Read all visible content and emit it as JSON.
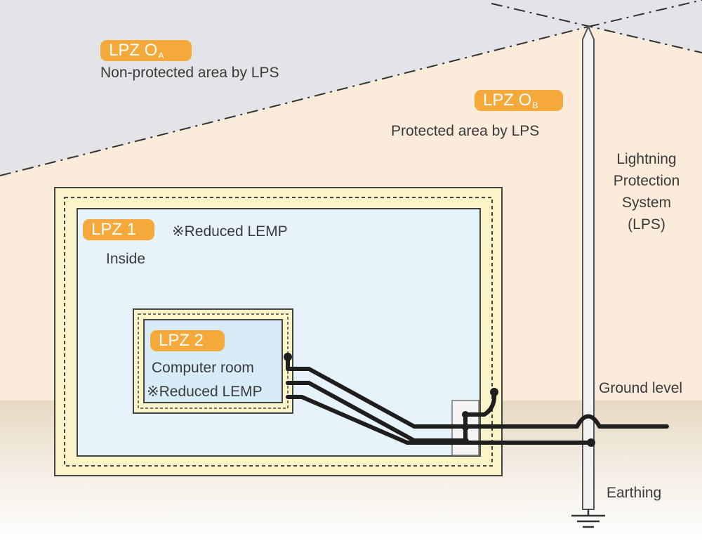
{
  "zones": {
    "lpz0a": {
      "badge": "LPZ O",
      "sub": "A",
      "desc": "Non-protected area by LPS"
    },
    "lpz0b": {
      "badge": "LPZ O",
      "sub": "B",
      "desc": "Protected area by LPS"
    },
    "lpz1": {
      "badge": "LPZ 1",
      "note": "※Reduced LEMP",
      "desc": "Inside"
    },
    "lpz2": {
      "badge": "LPZ 2",
      "desc": "Computer room",
      "note": "※Reduced LEMP"
    }
  },
  "lps": {
    "line1": "Lightning",
    "line2": "Protection",
    "line3": "System",
    "line4": "(LPS)"
  },
  "labels": {
    "ground_level": "Ground level",
    "earthing": "Earthing"
  },
  "colors": {
    "sky_unprotected": "#e3e3e8",
    "sky_protected": "#fbebda",
    "building_frame": "#fcf4c9",
    "lpz1_interior": "#e6f3fb",
    "lpz2_interior": "#d8ecf8",
    "badge": "#f4a93a"
  }
}
